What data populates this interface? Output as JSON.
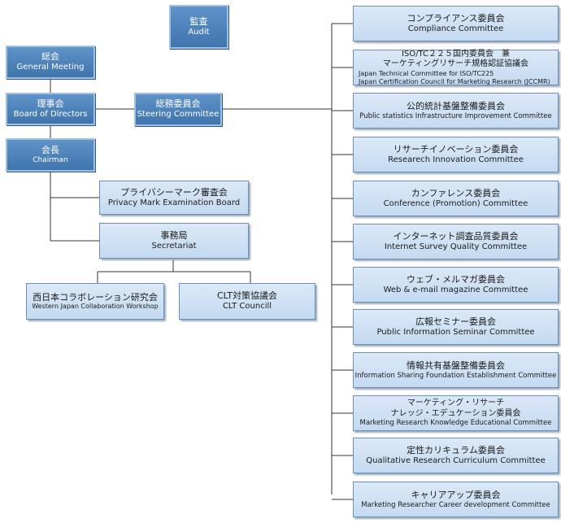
{
  "audit": {
    "ja": "監査",
    "en": "Audit"
  },
  "general_meeting": {
    "ja": "総会",
    "en": "General Meeting"
  },
  "board": {
    "ja": "理事会",
    "en": "Board of Directors"
  },
  "chairman": {
    "ja": "会長",
    "en": "Chairman"
  },
  "steering": {
    "ja": "総務委員会",
    "en": "Steering Committee"
  },
  "privacy": {
    "ja": "プライバシーマーク審査会",
    "en": "Privacy Mark Examination Board"
  },
  "secretariat": {
    "ja": "事務局",
    "en": "Secretariat"
  },
  "west": {
    "ja": "西日本コラボレーション研究会",
    "en": "Western Japan Collaboration Workshop"
  },
  "clt": {
    "ja": "CLT対策協議会",
    "en": "CLT Councill"
  },
  "committees": [
    {
      "ja": "コンプライアンス委員会",
      "en": "Compliance Committee"
    },
    {
      "ja": "ISO/TC２２５国内委員会　兼",
      "ja2": "マーケティングリサーチ規格認証協議会",
      "en": "Japan Technical Committee for ISO/TC225",
      "en2": "Japan Certification Council for Marketing Research (JCCMR)"
    },
    {
      "ja": "公的統計基盤整備委員会",
      "en": "Public statistics Infrastructure Improvement  Committee"
    },
    {
      "ja": "リサーチイノベーション委員会",
      "en": "Researech Innovation  Committee"
    },
    {
      "ja": "カンファレンス委員会",
      "en": "Conference (Promotion) Committee"
    },
    {
      "ja": "インターネット調査品質委員会",
      "en": "Internet Survey Quality Committee"
    },
    {
      "ja": "ウェブ・メルマガ委員会",
      "en": "Web & e-mail magazine Committee"
    },
    {
      "ja": "広報セミナー委員会",
      "en": "Public Information Seminar Committee"
    },
    {
      "ja": "情報共有基盤整備委員会",
      "en": "Information Sharing Foundation Establishment  Committee"
    },
    {
      "ja": "マーケティング・リサーチ",
      "ja2": "ナレッジ・エデュケーション委員会",
      "en": "Marketing Research  Knowledge  Educational Committee"
    },
    {
      "ja": "定性カリキュラム委員会",
      "en": "Qualitative Research Curriculum Committee"
    },
    {
      "ja": "キャリアアップ委員会",
      "en": "Marketing Researcher  Career development  Committee"
    }
  ]
}
